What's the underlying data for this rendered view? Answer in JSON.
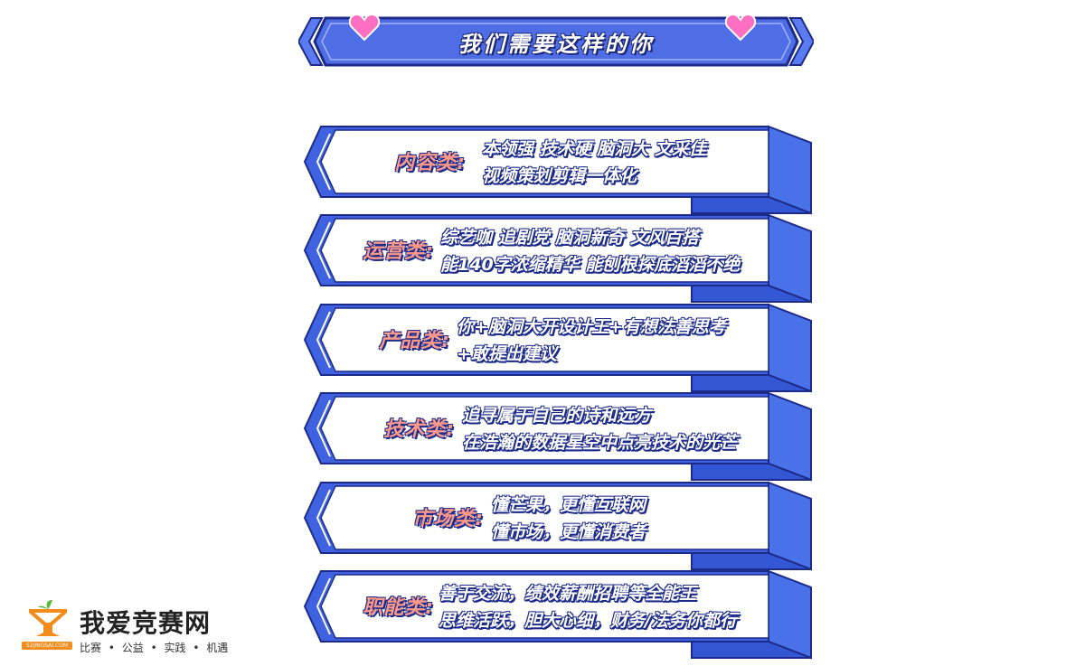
{
  "banner": {
    "title": "我们需要这样的你",
    "icons": [
      "heart-icon",
      "heart-icon"
    ]
  },
  "colors": {
    "banner_blue": "#4f6ee6",
    "card_blue": "#3f63e0",
    "card_dark": "#2f4fd0",
    "card_border": "#1c2a8a",
    "label_pink": "#ff9a8a",
    "heart_pink": "#ff6fc1"
  },
  "cards": [
    {
      "label": "内容类:",
      "lines": [
        "本领强 技术硬 脑洞大 文采佳",
        "视频策划剪辑一体化"
      ]
    },
    {
      "label": "运营类:",
      "lines": [
        "综艺咖 追剧党 脑洞新奇 文风百搭",
        "能140字浓缩精华 能刨根探底滔滔不绝"
      ]
    },
    {
      "label": "产品类:",
      "lines": [
        "你+脑洞大开设计王+有想法善思考",
        "+敢提出建议"
      ]
    },
    {
      "label": "技术类:",
      "lines": [
        "追寻属于自己的诗和远方",
        "在浩瀚的数据星空中点亮技术的光芒"
      ]
    },
    {
      "label": "市场类:",
      "lines": [
        "懂芒果，更懂互联网",
        "懂市场，更懂消费者"
      ]
    },
    {
      "label": "职能类:",
      "lines": [
        "善于交流，绩效薪酬招聘等全能王",
        "思维活跃，胆大心细，财务/法务你都行"
      ]
    }
  ],
  "logo": {
    "title": "我爱竞赛网",
    "badge": "52JINGSAI.COM",
    "tags": [
      "比赛",
      "•",
      "公益",
      "•",
      "实践",
      "•",
      "机遇"
    ]
  }
}
